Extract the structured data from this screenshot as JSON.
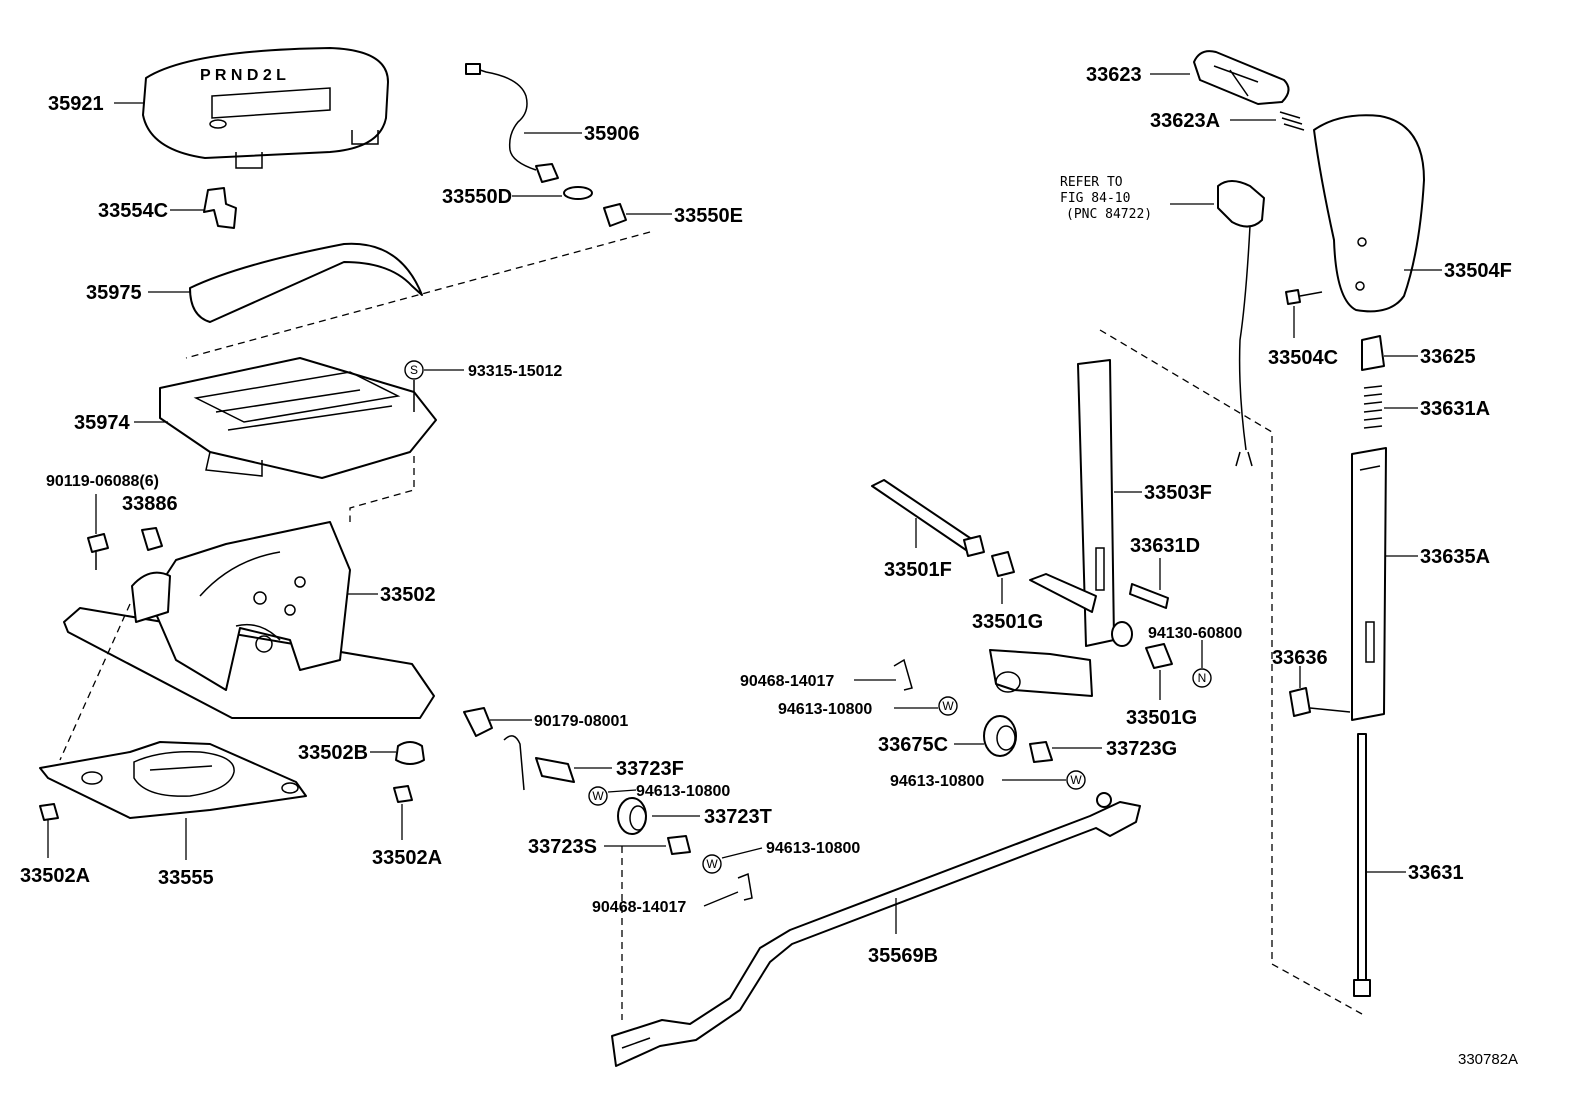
{
  "figure_id": "330782A",
  "callouts": {
    "p35921": "35921",
    "p35906": "35906",
    "p33550D": "33550D",
    "p33550E": "33550E",
    "p33554C": "33554C",
    "p35975": "35975",
    "p93315_15012": "93315-15012",
    "p35974": "35974",
    "p90119_06088": "90119-06088(6)",
    "p33886": "33886",
    "p33502": "33502",
    "p33502B": "33502B",
    "p33502A_left": "33502A",
    "p33555": "33555",
    "p33502A_right": "33502A",
    "p90179_08001": "90179-08001",
    "p33723F": "33723F",
    "p94613_a": "94613-10800",
    "p33723T": "33723T",
    "p33723S": "33723S",
    "p94613_b": "94613-10800",
    "p90468_a": "90468-14017",
    "p90468_b": "90468-14017",
    "p94613_c": "94613-10800",
    "p35569B": "35569B",
    "p33501F": "33501F",
    "p33501G_a": "33501G",
    "p33503F": "33503F",
    "p33631D": "33631D",
    "p94130_60800": "94130-60800",
    "p33501G_b": "33501G",
    "p33675C": "33675C",
    "p33723G": "33723G",
    "p94613_d": "94613-10800",
    "p33623": "33623",
    "p33623A": "33623A",
    "p33504F": "33504F",
    "p33504C": "33504C",
    "p33625": "33625",
    "p33631A": "33631A",
    "p33635A": "33635A",
    "p33636": "33636",
    "p33631": "33631"
  },
  "refer_note": {
    "line1": "REFER TO",
    "line2": "FIG 84-10",
    "line3": "(PNC 84722)"
  },
  "symbols": {
    "s": "S",
    "w": "W",
    "n": "N"
  },
  "shift_gate_marks": "P R N D 2 L"
}
